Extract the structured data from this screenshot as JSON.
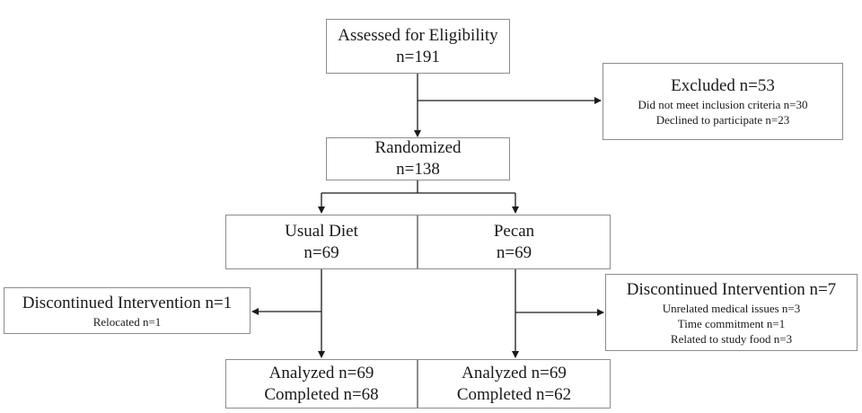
{
  "assessed": {
    "title": "Assessed for Eligibility",
    "count": "n=191"
  },
  "excluded": {
    "title": "Excluded n=53",
    "reasons": [
      "Did not meet inclusion criteria n=30",
      "Declined to participate n=23"
    ]
  },
  "randomized": {
    "title": "Randomized",
    "count": "n=138"
  },
  "usual_diet": {
    "title": "Usual Diet",
    "count": "n=69"
  },
  "pecan": {
    "title": "Pecan",
    "count": "n=69"
  },
  "discontinued_usual": {
    "title": "Discontinued Intervention n=1",
    "reasons": [
      "Relocated n=1"
    ]
  },
  "discontinued_pecan": {
    "title": "Discontinued Intervention n=7",
    "reasons": [
      "Unrelated medical issues n=3",
      "Time commitment n=1",
      "Related to study food n=3"
    ]
  },
  "analyzed_usual": {
    "analyzed": "Analyzed n=69",
    "completed": "Completed n=68"
  },
  "analyzed_pecan": {
    "analyzed": "Analyzed n=69",
    "completed": "Completed n=62"
  },
  "colors": {
    "line": "#1a1a1a",
    "border": "#8c8c8c",
    "text": "#1a1a1a"
  }
}
